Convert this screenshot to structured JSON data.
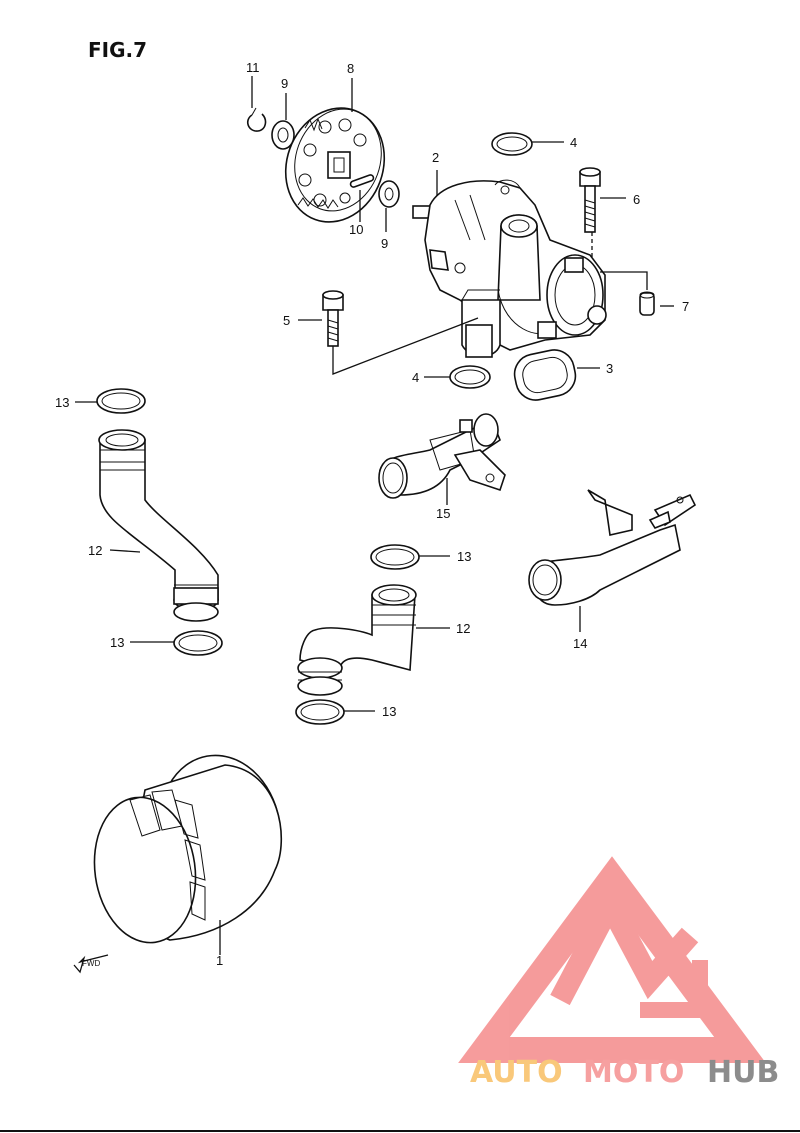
{
  "figure": {
    "title": "FIG.7"
  },
  "callouts": {
    "c1": "1",
    "c2": "2",
    "c3": "3",
    "c4a": "4",
    "c4b": "4",
    "c5": "5",
    "c6": "6",
    "c7": "7",
    "c8": "8",
    "c9a": "9",
    "c9b": "9",
    "c10": "10",
    "c11": "11",
    "c12a": "12",
    "c12b": "12",
    "c13a": "13",
    "c13b": "13",
    "c13c": "13",
    "c13d": "13",
    "c14": "14",
    "c15": "15"
  },
  "front_marker": {
    "text": "FWD",
    "icon": "front-arrow-icon"
  },
  "watermark": {
    "word1": "AUTO",
    "word2": "MOTO",
    "word3": "HUB",
    "logo": "triangle-mg-logo",
    "colors": {
      "light": "#f9c87a",
      "mid": "#f6a0a0",
      "dark": "#8c8c8c",
      "logo": "#f05a5a"
    }
  }
}
